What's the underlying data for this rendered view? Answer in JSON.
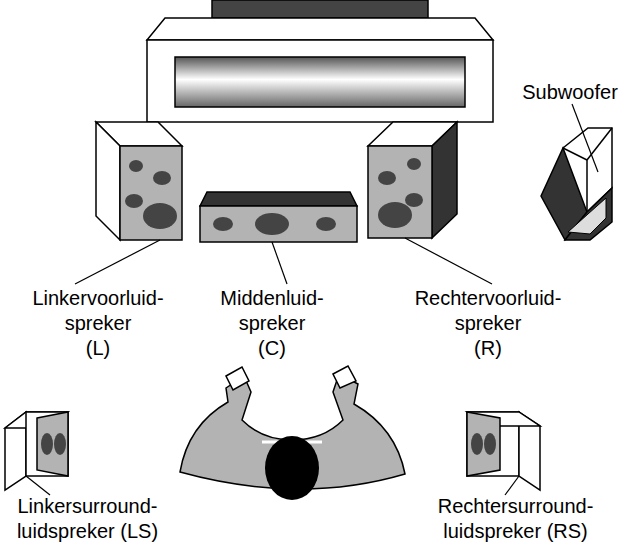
{
  "diagram": {
    "labels": [
      "Subwoofer",
      "Linkervoorluid- spreker (L)",
      "Middenluid- spreker (C)",
      "Rechtervoorluid- spreker (R)",
      "Linkersurround- luidspreker (LS)",
      "Rechtersurround- luidspreker (RS)"
    ]
  }
}
